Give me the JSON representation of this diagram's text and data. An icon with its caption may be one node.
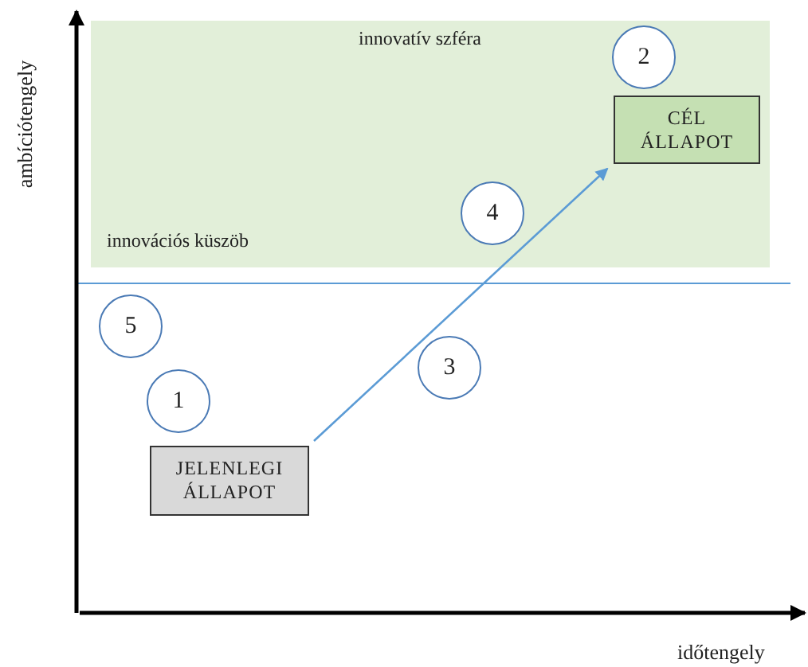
{
  "diagram": {
    "nodes": [
      {
        "text": [
          "innovatív szféra",
          "innovációs küszöb"
        ]
      },
      {
        "text": [
          "2"
        ],
        "in": 0
      },
      {
        "text": [
          "CÉL ÁLLAPOT"
        ],
        "in": 0
      },
      {
        "text": [
          "4"
        ],
        "in": 0
      },
      {
        "text": [
          "5"
        ]
      },
      {
        "text": [
          "3"
        ]
      },
      {
        "text": [
          "1"
        ]
      },
      {
        "text": [
          "JELENLEGI ÁLLAPOT"
        ]
      }
    ],
    "edges": [
      {
        "from": 7,
        "to": 2,
        "arrow": "to"
      }
    ],
    "labels": [
      "ambíciótengely",
      "időtengely"
    ]
  }
}
